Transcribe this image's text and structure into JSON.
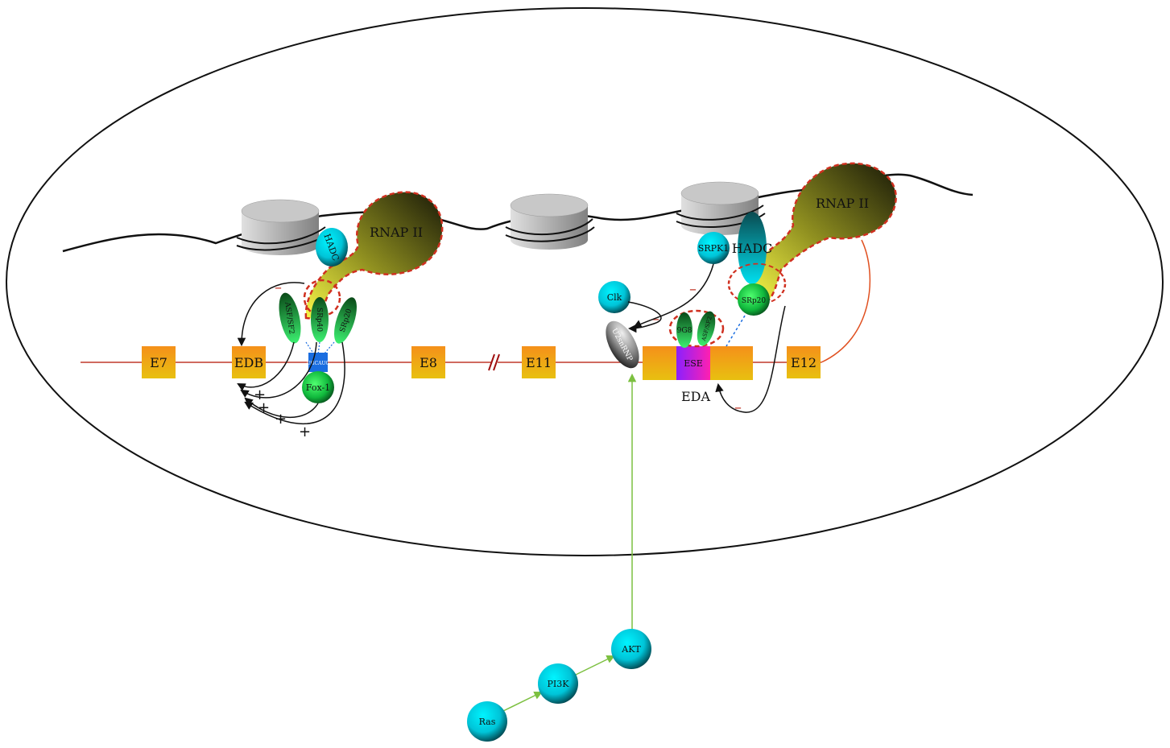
{
  "labels": {
    "rnap_left": "RNAP II",
    "rnap_right": "RNAP II",
    "hadc_left": "HADC",
    "hadc_right": "HADC",
    "srpk1": "SRPK1",
    "clk": "Clk",
    "u2snrnp": "U2snRNP",
    "sr_asf2": "ASF/SF2",
    "sr_srp40": "SRp40",
    "sr_srp20_left": "SRp20",
    "sr_9g8": "9G8",
    "sr_asf_right": "ASF/SF2",
    "srp20_right": "SRp20",
    "ugcaug": "UGCAUG",
    "fox1": "Fox-1",
    "ese": "ESE",
    "eda": "EDA",
    "e7": "E7",
    "edb": "EDB",
    "e8": "E8",
    "e11": "E11",
    "e12": "E12",
    "ras": "Ras",
    "pi3k": "PI3K",
    "akt": "AKT",
    "plus": "+",
    "minus": "–"
  },
  "colors": {
    "exon": "#f0a020",
    "mrna_line": "#c0392b",
    "cyan": "#00d8e8",
    "green": "#18c848",
    "rnap_dark": "#3a3a10",
    "rnap_yellow": "#f0f040",
    "signal_green": "#7cc040",
    "ese_purple": "#a020f0",
    "ese_magenta": "#e020c0",
    "ugcaug_blue": "#1a6de0"
  }
}
